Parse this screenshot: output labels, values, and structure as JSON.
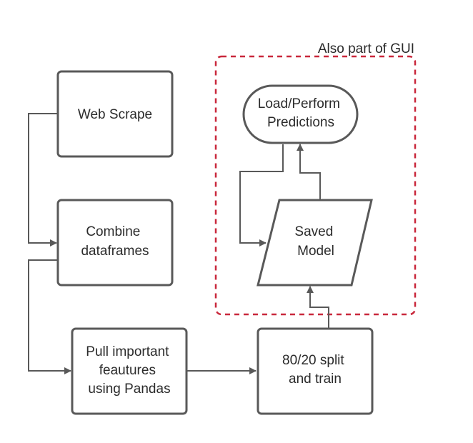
{
  "diagram": {
    "group_label": "Also part of GUI",
    "group_color": "#c9283c",
    "stroke_color": "#595959",
    "nodes": {
      "web_scrape": [
        "Web Scrape"
      ],
      "combine": [
        "Combine",
        "dataframes"
      ],
      "pull": [
        "Pull important",
        "feautures",
        "using Pandas"
      ],
      "split": [
        "80/20 split",
        "and train"
      ],
      "saved_model": [
        "Saved",
        "Model"
      ],
      "load_perform": [
        "Load/Perform",
        "Predictions"
      ]
    }
  }
}
